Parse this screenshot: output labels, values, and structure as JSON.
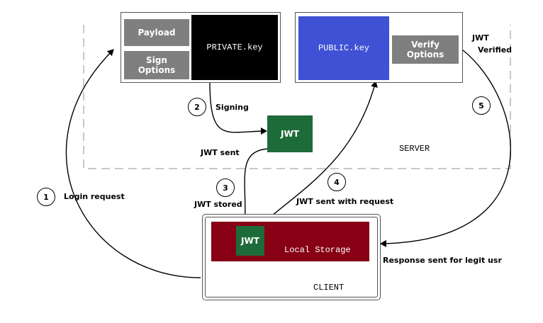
{
  "private_box": {
    "payload": "Payload",
    "sign_options": "Sign\nOptions",
    "private_key": "PRIVATE.key"
  },
  "public_box": {
    "public_key": "PUBLIC.key",
    "verify_options": "Verify\nOptions"
  },
  "server_label": "SERVER",
  "client_label": "CLIENT",
  "local_storage_label": "Local Storage",
  "jwt_server": "JWT",
  "jwt_client": "JWT",
  "steps": {
    "s1": "1",
    "s2": "2",
    "s3": "3",
    "s4": "4",
    "s5": "5"
  },
  "labels": {
    "signing": "Signing",
    "jwt_sent": "JWT sent",
    "login_request": "Login request",
    "jwt_stored": "JWT stored",
    "jwt_sent_with_request": "JWT sent with request",
    "jwt_verified_1": "JWT",
    "jwt_verified_2": "Verified",
    "response_sent": "Response sent for legit usr"
  },
  "colors": {
    "gray": "#7f7f7f",
    "black": "#000000",
    "public_blue": "#3f51d4",
    "jwt_green": "#1e6b3a",
    "storage_red": "#870014"
  }
}
